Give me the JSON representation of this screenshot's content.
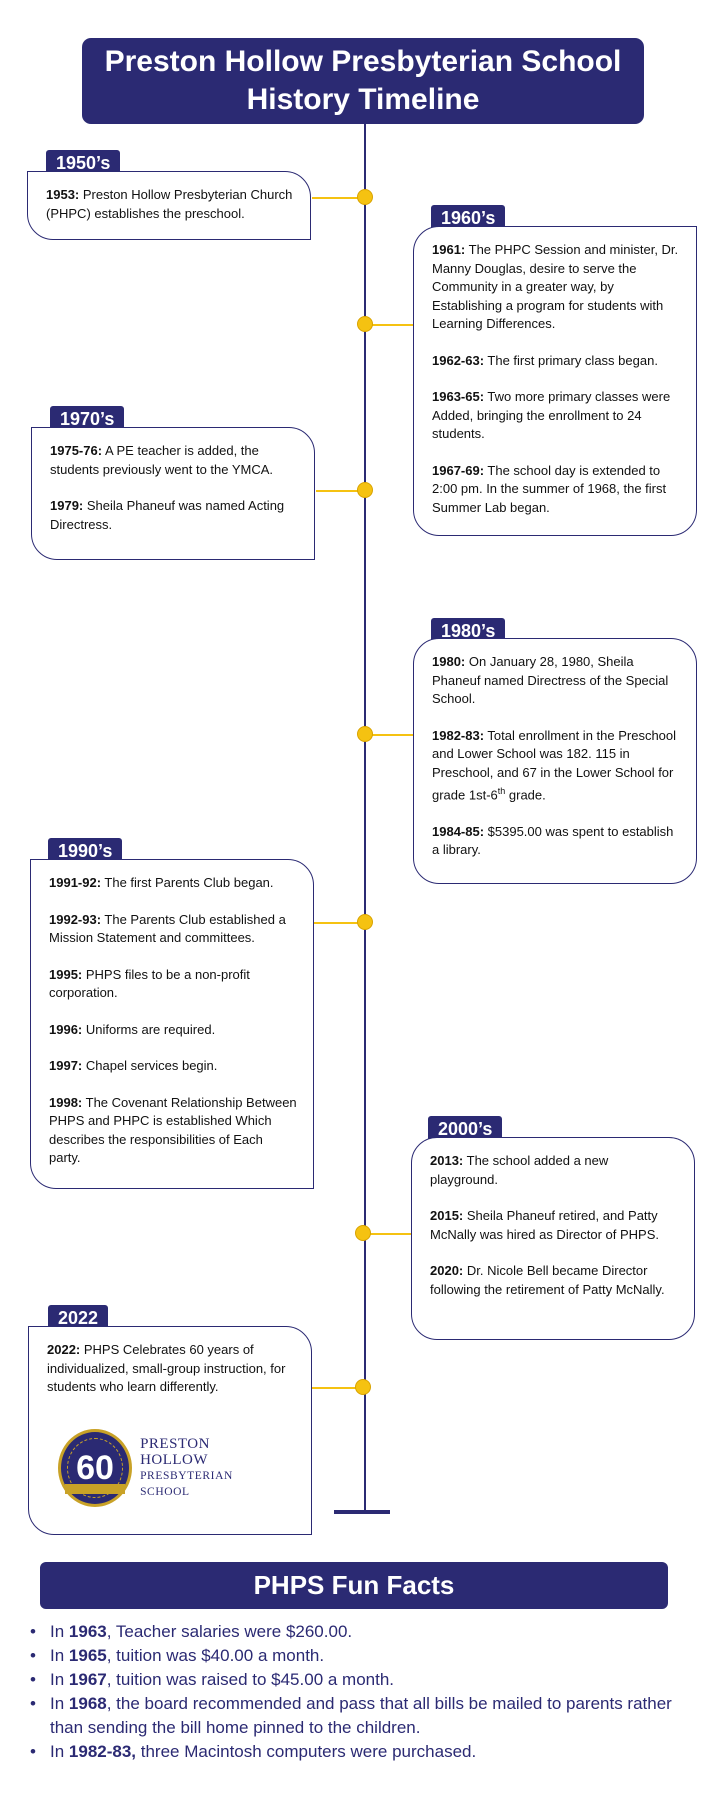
{
  "header": {
    "title_line1": "Preston Hollow Presbyterian School",
    "title_line2": "History Timeline"
  },
  "eras": [
    {
      "label": "1950’s",
      "entries": [
        {
          "year": "1953:",
          "text": " Preston Hollow Presbyterian Church (PHPC) establishes the preschool."
        }
      ]
    },
    {
      "label": "1960’s",
      "entries": [
        {
          "year": "1961:",
          "text": " The PHPC Session and minister, Dr. Manny Douglas, desire to serve the Community in a greater way, by Establishing a program for students with Learning Differences."
        },
        {
          "year": "1962-63:",
          "text": " The first primary class began."
        },
        {
          "year": "1963-65:",
          "text": " Two more primary classes were Added, bringing the enrollment to 24 students."
        },
        {
          "year": "1967-69:",
          "text": " The school day is extended to 2:00 pm. In the summer of 1968, the first Summer Lab began."
        }
      ]
    },
    {
      "label": "1970’s",
      "entries": [
        {
          "year": "1975-76:",
          "text": " A PE teacher is added, the students previously went to the YMCA."
        },
        {
          "year": "1979:",
          "text": " Sheila Phaneuf was named Acting Directress."
        }
      ]
    },
    {
      "label": "1980’s",
      "entries": [
        {
          "year": "1980:",
          "text": "  On January 28, 1980, Sheila Phaneuf named Directress of the Special School."
        },
        {
          "year": "1982-83:",
          "text": " Total enrollment in the Preschool and Lower School was 182. 115 in Preschool, and 67 in the Lower School for grade 1st-6",
          "sup": "th",
          "tail": " grade."
        },
        {
          "year": "1984-85:",
          "text": " $5395.00 was spent to establish a library."
        }
      ]
    },
    {
      "label": "1990’s",
      "entries": [
        {
          "year": "1991-92:",
          "text": " The first Parents Club began."
        },
        {
          "year": "1992-93:",
          "text": " The Parents Club established a Mission Statement and committees."
        },
        {
          "year": "1995:",
          "text": " PHPS files to be a non-profit corporation."
        },
        {
          "year": "1996:",
          "text": " Uniforms are required."
        },
        {
          "year": "1997:",
          "text": " Chapel services begin."
        },
        {
          "year": "1998:",
          "text": " The Covenant Relationship Between PHPS and PHPC is established Which describes the responsibilities of Each party."
        }
      ]
    },
    {
      "label": "2000’s",
      "entries": [
        {
          "year": "2013:",
          "text": "  The school added a new playground."
        },
        {
          "year": "2015:",
          "text": " Sheila Phaneuf retired, and Patty McNally was hired as Director of PHPS."
        },
        {
          "year": "2020:",
          "text": " Dr. Nicole Bell became Director following the retirement of Patty McNally."
        }
      ]
    },
    {
      "label": "2022",
      "entries": [
        {
          "year": "2022:",
          "text": " PHPS Celebrates 60 years of individualized, small-group instruction, for students who learn differently."
        }
      ]
    }
  ],
  "logo": {
    "numeral": "60",
    "line1": "PRESTON HOLLOW",
    "line2": "PRESBYTERIAN SCHOOL"
  },
  "fun_facts": {
    "title": "PHPS Fun Facts",
    "items": [
      {
        "lead": "In ",
        "bold": "1963",
        "rest": ", Teacher salaries were $260.00."
      },
      {
        "lead": "In ",
        "bold": "1965",
        "rest": ", tuition was $40.00 a month."
      },
      {
        "lead": "In ",
        "bold": "1967",
        "rest": ", tuition was raised to $45.00 a month."
      },
      {
        "lead": "In ",
        "bold": "1968",
        "rest": ", the board recommended and pass that all bills be mailed to parents rather than sending the bill home pinned to the children."
      },
      {
        "lead": "In ",
        "bold": "1982-83,",
        "rest": " three Macintosh computers were purchased."
      }
    ]
  },
  "colors": {
    "navy": "#2b2a73",
    "gold": "#f5c211"
  }
}
